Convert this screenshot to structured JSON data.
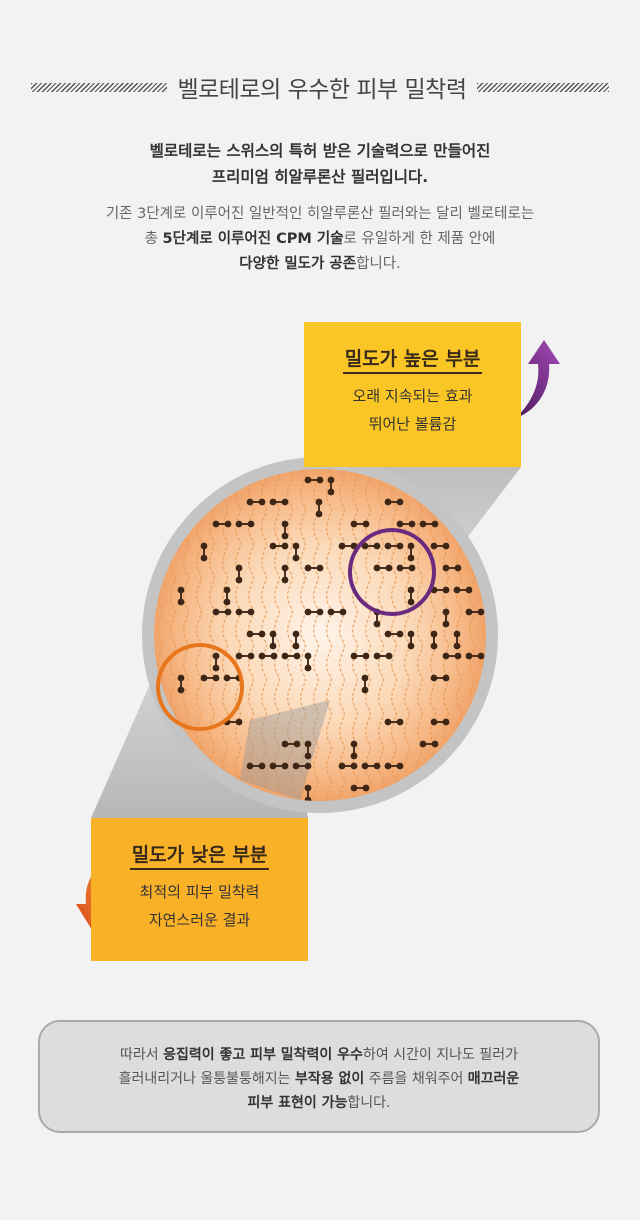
{
  "header": {
    "title": "벨로테로의 우수한 피부 밀착력"
  },
  "lead": {
    "line1": "벨로테로는 스위스의 특허 받은 기술력으로 만들어진",
    "line2": "프리미엄 히알루론산 필러입니다."
  },
  "description": {
    "line1": "기존 3단계로 이루어진 일반적인 히알루론산 필러와는 달리 벨로테로는",
    "line2_prefix": "총 ",
    "line2_bold": "5단계로 이루어진 CPM 기술",
    "line2_suffix": "로 유일하게 한 제품 안에",
    "line3_bold": "다양한 밀도가 공존",
    "line3_suffix": "합니다."
  },
  "high_density": {
    "title": "밀도가 높은 부분",
    "line1": "오래 지속되는 효과",
    "line2": "뛰어난 볼륨감"
  },
  "low_density": {
    "title": "밀도가 낮은 부분",
    "line1": "최적의 피부 밀착력",
    "line2": "자연스러운 결과"
  },
  "summary": {
    "p1": "따라서 ",
    "b1": "응집력이 좋고 피부 밀착력이 우수",
    "p2": "하여 시간이 지나도 필러가",
    "p3": "흘러내리거나 울퉁불퉁해지는 ",
    "b2": "부작용 없이",
    "p4": " 주름을 채워주어 ",
    "b3": "매끄러운",
    "b4": "피부 표현이 가능",
    "p5": "합니다."
  },
  "colors": {
    "background": "#f2f2f2",
    "high_box": "#f9c626",
    "low_box": "#f9b128",
    "arrow_up": "#7a2a8c",
    "arrow_down": "#e8601c",
    "circle_high": "#6a2a80",
    "circle_low": "#e8761c"
  },
  "icons": [
    "curved-up-arrow-icon",
    "curved-down-arrow-icon",
    "magnifier-lens-icon"
  ]
}
